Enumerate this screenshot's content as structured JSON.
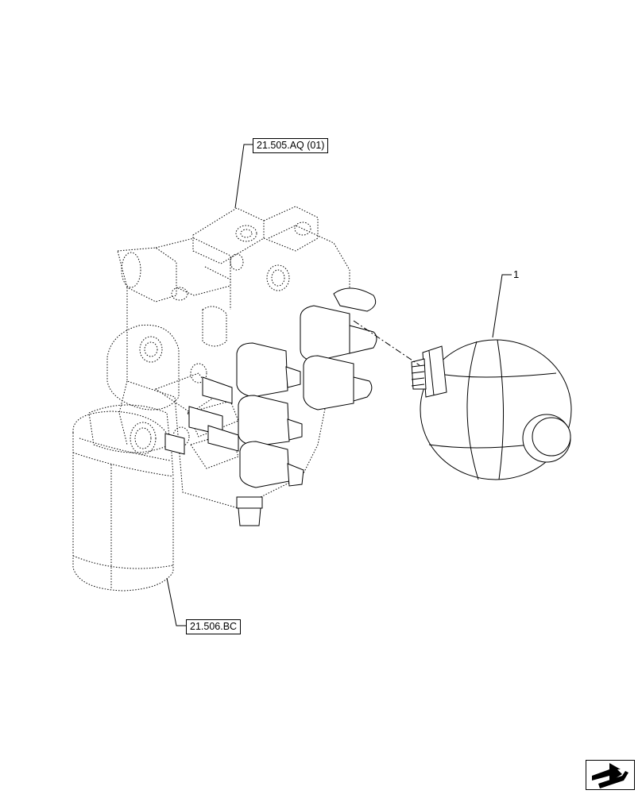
{
  "references": {
    "top": "21.505.AQ (01)",
    "bottom": "21.506.BC"
  },
  "callouts": {
    "item1": "1"
  },
  "icons": {
    "navigation": "page-return-arrow-icon"
  }
}
